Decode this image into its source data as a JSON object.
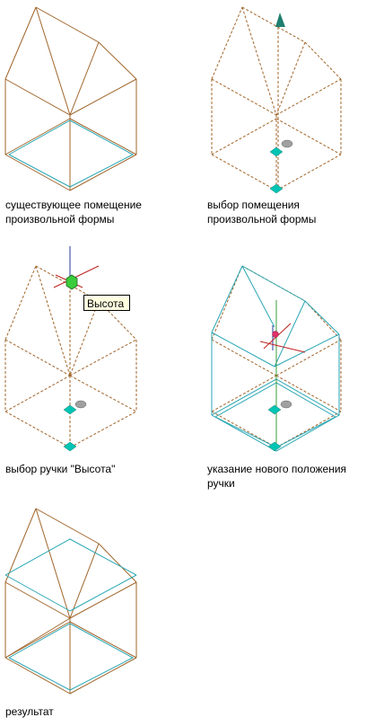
{
  "captions": {
    "p1_line1": "существующее помещение",
    "p1_line2": "произвольной формы",
    "p2_line1": "выбор помещения",
    "p2_line2": "произвольной формы",
    "p3_line1": "выбор ручки \"Высота\"",
    "p4_line1": "указание нового положения",
    "p4_line2": "ручки",
    "p5_line1": "результат"
  },
  "tooltip": {
    "label": "Высота"
  },
  "colors": {
    "wire": "#a0652a",
    "floor": "#2aa7b4",
    "grip": "#00c4b4",
    "green": "#3a9c3a"
  },
  "icons": [
    "vertex-grip-icon",
    "ellipse-grip-icon",
    "apex-grip-icon",
    "axis-cursor-icon"
  ]
}
